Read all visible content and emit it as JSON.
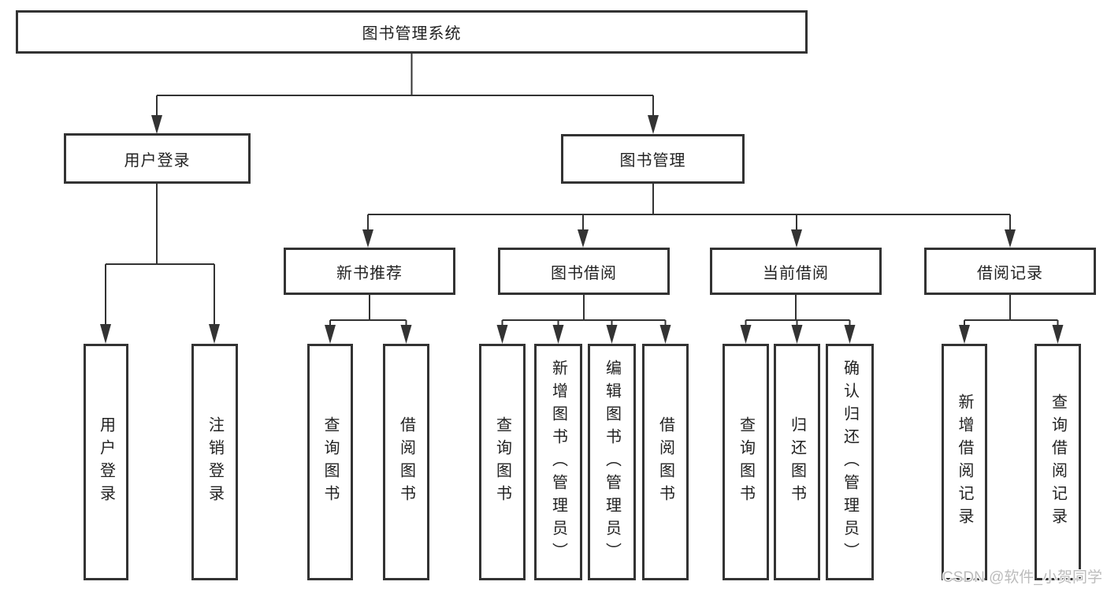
{
  "diagram": {
    "root": {
      "label": "图书管理系统"
    },
    "branches": [
      {
        "label": "用户登录",
        "children": [
          {
            "label": "用户登录"
          },
          {
            "label": "注销登录"
          }
        ]
      },
      {
        "label": "图书管理",
        "children": [
          {
            "label": "新书推荐",
            "children": [
              {
                "label": "查询图书"
              },
              {
                "label": "借阅图书"
              }
            ]
          },
          {
            "label": "图书借阅",
            "children": [
              {
                "label": "查询图书"
              },
              {
                "label": "新增图书（管理员）"
              },
              {
                "label": "编辑图书（管理员）"
              },
              {
                "label": "借阅图书"
              }
            ]
          },
          {
            "label": "当前借阅",
            "children": [
              {
                "label": "查询图书"
              },
              {
                "label": "归还图书"
              },
              {
                "label": "确认归还（管理员）"
              }
            ]
          },
          {
            "label": "借阅记录",
            "children": [
              {
                "label": "新增借阅记录"
              },
              {
                "label": "查询借阅记录"
              }
            ]
          }
        ]
      }
    ]
  },
  "watermark": {
    "text": "CSDN @软件_小贺同学"
  },
  "colors": {
    "line": "#333333",
    "text": "#222222",
    "watermark": "#bcbcbc",
    "background": "#ffffff"
  }
}
